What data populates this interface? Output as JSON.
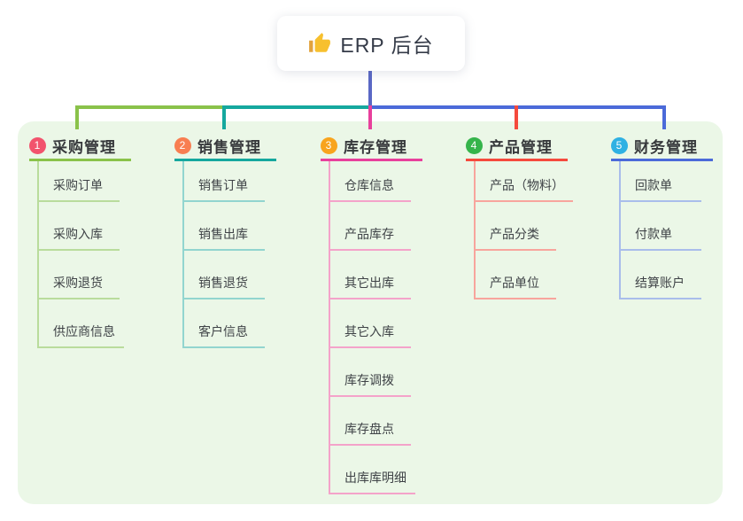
{
  "root": {
    "label": "ERP 后台",
    "icon": "thumbs-up-icon"
  },
  "colors": {
    "panel_bg": "#ebf7e7",
    "stem": "#5a68c5",
    "root_text": "#353b48",
    "heading_text": "#37393c",
    "node_text": "#3f4347",
    "icon_hand": "#f7c02e",
    "icon_cuff": "#e2a33d"
  },
  "branches": [
    {
      "index": "1",
      "label": "采购管理",
      "color": "#8ac24a",
      "light_color": "#b9dc9c",
      "badge_color": "#f2536d",
      "children": [
        "采购订单",
        "采购入库",
        "采购退货",
        "供应商信息"
      ]
    },
    {
      "index": "2",
      "label": "销售管理",
      "color": "#15a89e",
      "light_color": "#92d5cf",
      "badge_color": "#f87e51",
      "children": [
        "销售订单",
        "销售出库",
        "销售退货",
        "客户信息"
      ]
    },
    {
      "index": "3",
      "label": "库存管理",
      "color": "#e8409c",
      "light_color": "#f4a3ca",
      "badge_color": "#f8a41d",
      "children": [
        "仓库信息",
        "产品库存",
        "其它出库",
        "其它入库",
        "库存调拨",
        "库存盘点",
        "出库库明细"
      ]
    },
    {
      "index": "4",
      "label": "产品管理",
      "color": "#f54a3d",
      "light_color": "#f8a59d",
      "badge_color": "#35b44b",
      "children": [
        "产品（物料）",
        "产品分类",
        "产品单位"
      ]
    },
    {
      "index": "5",
      "label": "财务管理",
      "color": "#4b6ad9",
      "light_color": "#a9bdeb",
      "badge_color": "#2fb1e3",
      "children": [
        "回款单",
        "付款单",
        "结算账户"
      ]
    }
  ]
}
